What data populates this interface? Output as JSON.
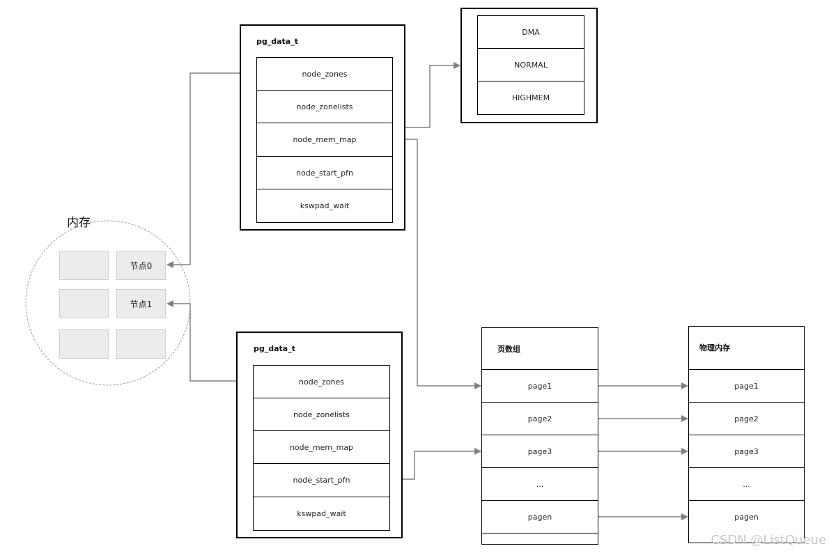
{
  "memory": {
    "label": "内存",
    "nodes": [
      "节点0",
      "节点1"
    ]
  },
  "pgdata_top": {
    "title": "pg_data_t",
    "fields": [
      "node_zones",
      "node_zonelists",
      "node_mem_map",
      "node_start_pfn",
      "kswpad_wait"
    ]
  },
  "pgdata_bottom": {
    "title": "pg_data_t",
    "fields": [
      "node_zones",
      "node_zonelists",
      "node_mem_map",
      "node_start_pfn",
      "kswpad_wait"
    ]
  },
  "zones": {
    "items": [
      "DMA",
      "NORMAL",
      "HIGHMEM"
    ]
  },
  "page_array": {
    "title": "页数组",
    "items": [
      "page1",
      "page2",
      "page3",
      "...",
      "pagen"
    ]
  },
  "physical_memory": {
    "title": "物理内存",
    "items": [
      "page1",
      "page2",
      "page3",
      "...",
      "pagen"
    ]
  },
  "watermark": "CSDN @ListQueue",
  "colors": {
    "connector": "#808080",
    "border": "#000000",
    "node_fill": "#ececec"
  }
}
